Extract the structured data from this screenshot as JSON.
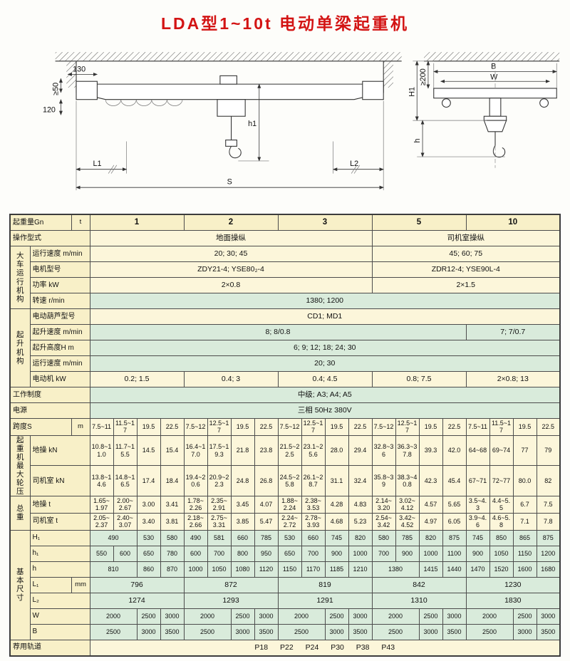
{
  "title": "LDA型1~10t 电动单梁起重机",
  "drawing": {
    "labels": {
      "d130": "130",
      "d50": "≥50",
      "d120": "120",
      "h1": "h1",
      "L1": "L1",
      "L2": "L2",
      "S": "S",
      "d200": "≥200",
      "B": "B",
      "W": "W",
      "H1": "H1",
      "h": "h"
    }
  },
  "table": {
    "rows": [
      {
        "bg": "y",
        "cells": [
          {
            "t": "起重量Gn",
            "c": 2,
            "k": "lab"
          },
          {
            "t": "t",
            "k": "unit"
          },
          {
            "t": "1",
            "c": 4,
            "k": "h"
          },
          {
            "t": "2",
            "c": 4,
            "k": "h"
          },
          {
            "t": "3",
            "c": 4,
            "k": "h"
          },
          {
            "t": "5",
            "c": 4,
            "k": "h"
          },
          {
            "t": "10",
            "c": 4,
            "k": "h"
          }
        ]
      },
      {
        "bg": "y",
        "cells": [
          {
            "t": "操作型式",
            "c": 3,
            "k": "lab"
          },
          {
            "t": "地面操纵",
            "c": 12
          },
          {
            "t": "司机室操纵",
            "c": 8
          }
        ]
      },
      {
        "bg": "y",
        "cells": [
          {
            "t": "大车运行机构",
            "r": 4,
            "k": "vlab"
          },
          {
            "t": "运行速度 m/min",
            "c": 2,
            "k": "lab"
          },
          {
            "t": "20; 30; 45",
            "c": 12
          },
          {
            "t": "45; 60; 75",
            "c": 8
          }
        ]
      },
      {
        "bg": "y",
        "cells": [
          {
            "t": "电机型号",
            "c": 2,
            "k": "lab"
          },
          {
            "t": "ZDY21-4; YSE80₂-4",
            "c": 12
          },
          {
            "t": "ZDR12-4; YSE90L-4",
            "c": 8
          }
        ]
      },
      {
        "bg": "y",
        "cells": [
          {
            "t": "功率 kW",
            "c": 2,
            "k": "lab"
          },
          {
            "t": "2×0.8",
            "c": 12
          },
          {
            "t": "2×1.5",
            "c": 8
          }
        ]
      },
      {
        "bg": "g",
        "cells": [
          {
            "t": "转速 r/min",
            "c": 2,
            "k": "lab"
          },
          {
            "t": "1380; 1200",
            "c": 20
          }
        ]
      },
      {
        "bg": "y",
        "cells": [
          {
            "t": "起升机构",
            "r": 5,
            "k": "vlab"
          },
          {
            "t": "电动葫芦型号",
            "c": 2,
            "k": "lab"
          },
          {
            "t": "CD1; MD1",
            "c": 20
          }
        ]
      },
      {
        "bg": "g",
        "cells": [
          {
            "t": "起升速度 m/min",
            "c": 2,
            "k": "lab"
          },
          {
            "t": "8; 8/0.8",
            "c": 16
          },
          {
            "t": "7; 7/0.7",
            "c": 4
          }
        ]
      },
      {
        "bg": "g",
        "cells": [
          {
            "t": "起升高度H m",
            "c": 2,
            "k": "lab"
          },
          {
            "t": "6; 9; 12; 18; 24; 30",
            "c": 20
          }
        ]
      },
      {
        "bg": "g",
        "cells": [
          {
            "t": "运行速度 m/min",
            "c": 2,
            "k": "lab"
          },
          {
            "t": "20; 30",
            "c": 20
          }
        ]
      },
      {
        "bg": "y",
        "cells": [
          {
            "t": "电动机 kW",
            "c": 2,
            "k": "lab"
          },
          {
            "t": "0.2; 1.5",
            "c": 4
          },
          {
            "t": "0.4; 3",
            "c": 4
          },
          {
            "t": "0.4; 4.5",
            "c": 4
          },
          {
            "t": "0.8; 7.5",
            "c": 4
          },
          {
            "t": "2×0.8; 13",
            "c": 4
          }
        ]
      },
      {
        "bg": "g",
        "cells": [
          {
            "t": "工作制度",
            "c": 3,
            "k": "lab"
          },
          {
            "t": "中级; A3; A4; A5",
            "c": 20
          }
        ]
      },
      {
        "bg": "g",
        "cells": [
          {
            "t": "电源",
            "c": 3,
            "k": "lab"
          },
          {
            "t": "三相  50Hz  380V",
            "c": 20
          }
        ]
      },
      {
        "bg": "y",
        "cells": [
          {
            "t": "跨度S",
            "c": 2,
            "k": "lab"
          },
          {
            "t": "m",
            "k": "unit"
          },
          {
            "t": "7.5~11"
          },
          {
            "t": "11.5~17"
          },
          {
            "t": "19.5"
          },
          {
            "t": "22.5"
          },
          {
            "t": "7.5~12"
          },
          {
            "t": "12.5~17"
          },
          {
            "t": "19.5"
          },
          {
            "t": "22.5"
          },
          {
            "t": "7.5~12"
          },
          {
            "t": "12.5~17"
          },
          {
            "t": "19.5"
          },
          {
            "t": "22.5"
          },
          {
            "t": "7.5~12"
          },
          {
            "t": "12.5~17"
          },
          {
            "t": "19.5"
          },
          {
            "t": "22.5"
          },
          {
            "t": "7.5~11"
          },
          {
            "t": "11.5~17"
          },
          {
            "t": "19.5"
          },
          {
            "t": "22.5"
          }
        ]
      },
      {
        "bg": "y",
        "cells": [
          {
            "t": "起重机最大轮压",
            "r": 2,
            "k": "vlab"
          },
          {
            "t": "地操 kN",
            "c": 2,
            "k": "lab"
          },
          {
            "t": "10.8~11.0"
          },
          {
            "t": "11.7~15.5"
          },
          {
            "t": "14.5"
          },
          {
            "t": "15.4"
          },
          {
            "t": "16.4~17.0"
          },
          {
            "t": "17.5~19.3"
          },
          {
            "t": "21.8"
          },
          {
            "t": "23.8"
          },
          {
            "t": "21.5~22.5"
          },
          {
            "t": "23.1~25.6"
          },
          {
            "t": "28.0"
          },
          {
            "t": "29.4"
          },
          {
            "t": "32.8~36"
          },
          {
            "t": "36.3~37.8"
          },
          {
            "t": "39.3"
          },
          {
            "t": "42.0"
          },
          {
            "t": "64~68"
          },
          {
            "t": "69~74"
          },
          {
            "t": "77"
          },
          {
            "t": "79"
          }
        ]
      },
      {
        "bg": "y",
        "cells": [
          {
            "t": "司机室 kN",
            "c": 2,
            "k": "lab"
          },
          {
            "t": "13.8~14.6"
          },
          {
            "t": "14.8~16.5"
          },
          {
            "t": "17.4"
          },
          {
            "t": "18.4"
          },
          {
            "t": "19.4~20.6"
          },
          {
            "t": "20.9~22.3"
          },
          {
            "t": "24.8"
          },
          {
            "t": "26.8"
          },
          {
            "t": "24.5~25.8"
          },
          {
            "t": "26.1~28.7"
          },
          {
            "t": "31.1"
          },
          {
            "t": "32.4"
          },
          {
            "t": "35.8~39"
          },
          {
            "t": "38.3~40.8"
          },
          {
            "t": "42.3"
          },
          {
            "t": "45.4"
          },
          {
            "t": "67~71"
          },
          {
            "t": "72~77"
          },
          {
            "t": "80.0"
          },
          {
            "t": "82"
          }
        ]
      },
      {
        "bg": "y",
        "cells": [
          {
            "t": "总重",
            "r": 2,
            "k": "vlab"
          },
          {
            "t": "地操 t",
            "c": 2,
            "k": "lab"
          },
          {
            "t": "1.65~1.97"
          },
          {
            "t": "2.00~2.67"
          },
          {
            "t": "3.00"
          },
          {
            "t": "3.41"
          },
          {
            "t": "1.78~2.26"
          },
          {
            "t": "2.35~2.91"
          },
          {
            "t": "3.45"
          },
          {
            "t": "4.07"
          },
          {
            "t": "1.88~2.24"
          },
          {
            "t": "2.38~3.53"
          },
          {
            "t": "4.28"
          },
          {
            "t": "4.83"
          },
          {
            "t": "2.14~3.20"
          },
          {
            "t": "3.02~4.12"
          },
          {
            "t": "4.57"
          },
          {
            "t": "5.65"
          },
          {
            "t": "3.5~4.3"
          },
          {
            "t": "4.4~5.5"
          },
          {
            "t": "6.7"
          },
          {
            "t": "7.5"
          }
        ]
      },
      {
        "bg": "y",
        "cells": [
          {
            "t": "司机室 t",
            "c": 2,
            "k": "lab"
          },
          {
            "t": "2.05~2.37"
          },
          {
            "t": "2.40~3.07"
          },
          {
            "t": "3.40"
          },
          {
            "t": "3.81"
          },
          {
            "t": "2.18~2.66"
          },
          {
            "t": "2.75~3.31"
          },
          {
            "t": "3.85"
          },
          {
            "t": "5.47"
          },
          {
            "t": "2.24~2.72"
          },
          {
            "t": "2.78~3.93"
          },
          {
            "t": "4.68"
          },
          {
            "t": "5.23"
          },
          {
            "t": "2.54~3.42"
          },
          {
            "t": "3.42~4.52"
          },
          {
            "t": "4.97"
          },
          {
            "t": "6.05"
          },
          {
            "t": "3.9~4.6"
          },
          {
            "t": "4.6~5.8"
          },
          {
            "t": "7.1"
          },
          {
            "t": "7.8"
          }
        ]
      },
      {
        "bg": "g",
        "cells": [
          {
            "t": "基本尺寸",
            "r": 7,
            "k": "vlab"
          },
          {
            "t": "H₁",
            "c": 2,
            "k": "lab"
          },
          {
            "t": "490",
            "c": 2
          },
          {
            "t": "530"
          },
          {
            "t": "580"
          },
          {
            "t": "490"
          },
          {
            "t": "581"
          },
          {
            "t": "660"
          },
          {
            "t": "785"
          },
          {
            "t": "530"
          },
          {
            "t": "660"
          },
          {
            "t": "745"
          },
          {
            "t": "820"
          },
          {
            "t": "580"
          },
          {
            "t": "785"
          },
          {
            "t": "820"
          },
          {
            "t": "875"
          },
          {
            "t": "745"
          },
          {
            "t": "850"
          },
          {
            "t": "865"
          },
          {
            "t": "875"
          }
        ]
      },
      {
        "bg": "g",
        "cells": [
          {
            "t": "h₁",
            "c": 2,
            "k": "lab"
          },
          {
            "t": "550"
          },
          {
            "t": "600"
          },
          {
            "t": "650"
          },
          {
            "t": "780"
          },
          {
            "t": "600"
          },
          {
            "t": "700"
          },
          {
            "t": "800"
          },
          {
            "t": "950"
          },
          {
            "t": "650"
          },
          {
            "t": "700"
          },
          {
            "t": "900"
          },
          {
            "t": "1000"
          },
          {
            "t": "700"
          },
          {
            "t": "900"
          },
          {
            "t": "1000"
          },
          {
            "t": "1100"
          },
          {
            "t": "900"
          },
          {
            "t": "1050"
          },
          {
            "t": "1150"
          },
          {
            "t": "1200"
          }
        ]
      },
      {
        "bg": "g",
        "cells": [
          {
            "t": "h",
            "c": 2,
            "k": "lab"
          },
          {
            "t": "810",
            "c": 2
          },
          {
            "t": "860"
          },
          {
            "t": "870"
          },
          {
            "t": "1000"
          },
          {
            "t": "1050"
          },
          {
            "t": "1080"
          },
          {
            "t": "1120"
          },
          {
            "t": "1150"
          },
          {
            "t": "1170"
          },
          {
            "t": "1185"
          },
          {
            "t": "1210"
          },
          {
            "t": "1380",
            "c": 2
          },
          {
            "t": "1415"
          },
          {
            "t": "1440"
          },
          {
            "t": "1470"
          },
          {
            "t": "1520"
          },
          {
            "t": "1600"
          },
          {
            "t": "1680"
          }
        ]
      },
      {
        "bg": "g",
        "cells": [
          {
            "t": "L₁",
            "k": "lab"
          },
          {
            "t": "mm",
            "k": "unit"
          },
          {
            "t": "796",
            "c": 4
          },
          {
            "t": "872",
            "c": 4
          },
          {
            "t": "819",
            "c": 4
          },
          {
            "t": "842",
            "c": 4
          },
          {
            "t": "1230",
            "c": 4
          }
        ]
      },
      {
        "bg": "g",
        "cells": [
          {
            "t": "L₂",
            "c": 2,
            "k": "lab"
          },
          {
            "t": "1274",
            "c": 4
          },
          {
            "t": "1293",
            "c": 4
          },
          {
            "t": "1291",
            "c": 4
          },
          {
            "t": "1310",
            "c": 4
          },
          {
            "t": "1830",
            "c": 4
          }
        ]
      },
      {
        "bg": "g",
        "cells": [
          {
            "t": "W",
            "c": 2,
            "k": "lab"
          },
          {
            "t": "2000",
            "c": 2
          },
          {
            "t": "2500"
          },
          {
            "t": "3000"
          },
          {
            "t": "2000",
            "c": 2
          },
          {
            "t": "2500"
          },
          {
            "t": "3000"
          },
          {
            "t": "2000",
            "c": 2
          },
          {
            "t": "2500"
          },
          {
            "t": "3000"
          },
          {
            "t": "2000",
            "c": 2
          },
          {
            "t": "2500"
          },
          {
            "t": "3000"
          },
          {
            "t": "2000",
            "c": 2
          },
          {
            "t": "2500"
          },
          {
            "t": "3000"
          }
        ]
      },
      {
        "bg": "g",
        "cells": [
          {
            "t": "B",
            "c": 2,
            "k": "lab"
          },
          {
            "t": "2500",
            "c": 2
          },
          {
            "t": "3000"
          },
          {
            "t": "3500"
          },
          {
            "t": "2500",
            "c": 2
          },
          {
            "t": "3000"
          },
          {
            "t": "3500"
          },
          {
            "t": "2500",
            "c": 2
          },
          {
            "t": "3000"
          },
          {
            "t": "3500"
          },
          {
            "t": "2500",
            "c": 2
          },
          {
            "t": "3000"
          },
          {
            "t": "3500"
          },
          {
            "t": "2500",
            "c": 2
          },
          {
            "t": "3000"
          },
          {
            "t": "3500"
          }
        ]
      },
      {
        "bg": "y",
        "cells": [
          {
            "t": "荐用轨道",
            "c": 3,
            "k": "lab"
          },
          {
            "t": "P18  P22  P24  P30  P38  P43",
            "c": 20,
            "k": "dsp"
          }
        ]
      }
    ]
  }
}
